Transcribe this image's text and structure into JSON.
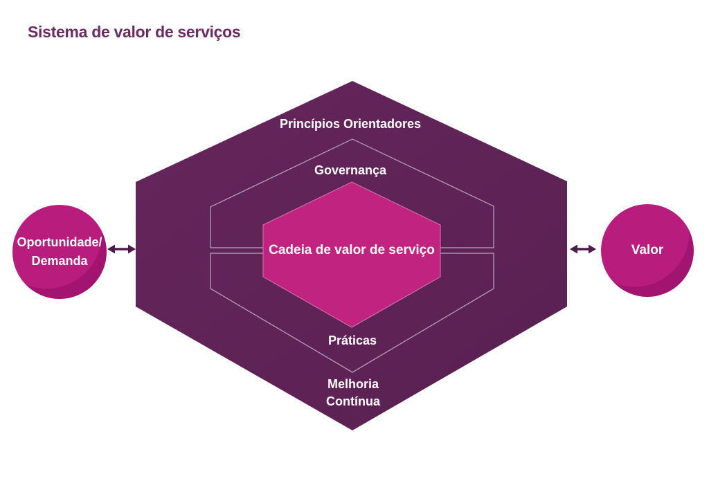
{
  "title": "Sistema de valor de serviços",
  "colors": {
    "title": "#6B2A62",
    "outer_hexagon_top": "#65265B",
    "outer_hexagon_bottom": "#5A2052",
    "inner_outline": "#B9A9BF",
    "core_hexagon": "#C02380",
    "core_hexagon_edge": "#D07BAC",
    "circle_main": "#B81D7E",
    "circle_shade": "#A21470",
    "arrow": "#4E1C49",
    "label_text": "#FFFFFF"
  },
  "svs": {
    "guiding_principles": "Princípios Orientadores",
    "governance": "Governança",
    "service_value_chain": "Cadeia de valor de serviço",
    "practices": "Práticas",
    "continual_improvement_line1": "Melhoria",
    "continual_improvement_line2": "Contínua",
    "opportunity_demand_line1": "Oportunidade/",
    "opportunity_demand_line2": "Demanda",
    "value": "Valor"
  }
}
